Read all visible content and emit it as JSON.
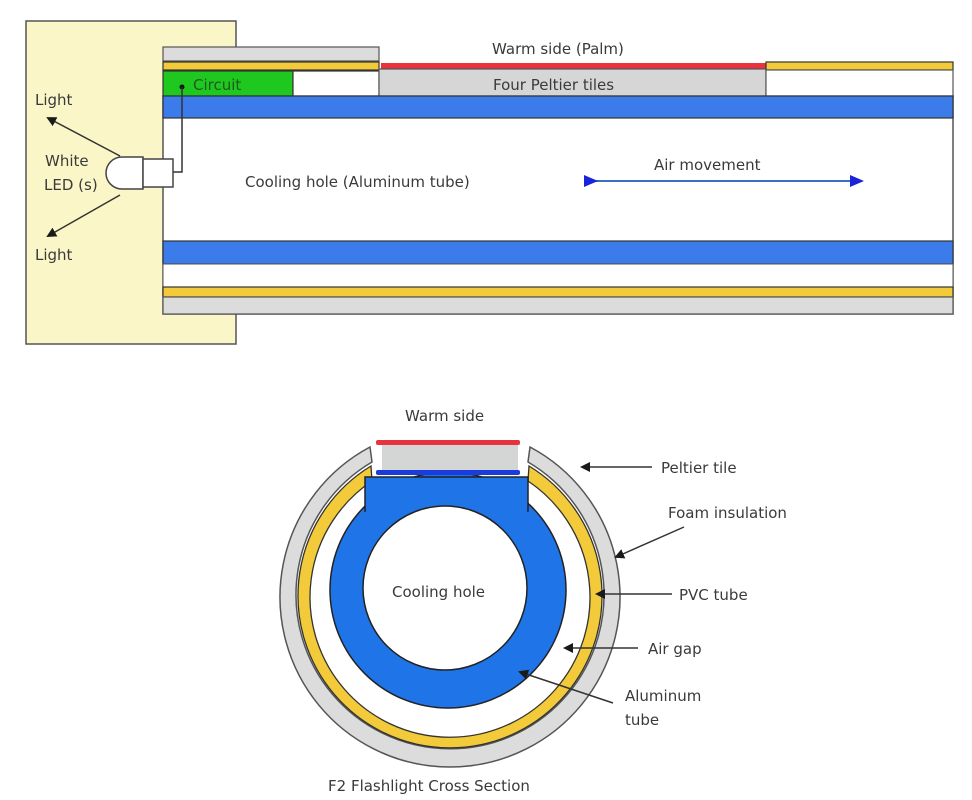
{
  "top_diagram": {
    "labels": {
      "warm_side": "Warm side (Palm)",
      "circuit": "Circuit",
      "peltier_tiles": "Four Peltier tiles",
      "light_top": "Light",
      "white_led_line1": "White",
      "white_led_line2": "LED (s)",
      "light_bottom": "Light",
      "cooling_hole": "Cooling hole (Aluminum tube)",
      "air_movement": "Air movement"
    }
  },
  "bottom_diagram": {
    "labels": {
      "warm_side": "Warm side",
      "peltier_tile": "Peltier tile",
      "foam_insulation": "Foam insulation",
      "pvc_tube": "PVC tube",
      "cooling_hole": "Cooling hole",
      "air_gap": "Air gap",
      "aluminum_tube_line1": "Aluminum",
      "aluminum_tube_line2": "tube"
    },
    "caption": "F2 Flashlight Cross Section"
  },
  "colors": {
    "cap_fill": "#fbf6c8",
    "aluminum_blue": "#3b7bea",
    "pvc_yellow": "#f3cb3a",
    "foam_gray": "#dcdcdc",
    "warm_red": "#e8323c",
    "circuit_green": "#1ec81e",
    "arrow_blue": "#1a23d9",
    "cold_blue": "#1a3cdd"
  }
}
